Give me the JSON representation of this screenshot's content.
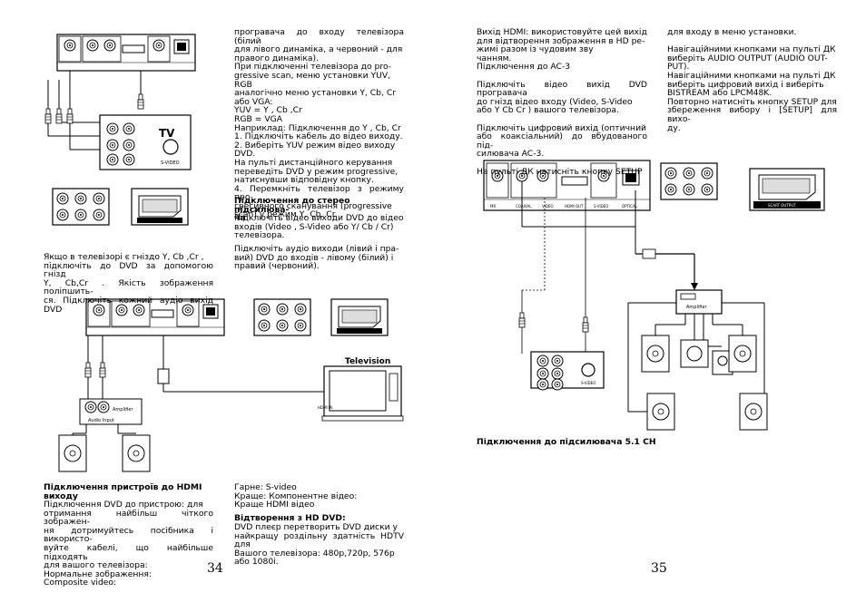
{
  "page_left": {
    "number": "34",
    "col1": {
      "ycbcr_note": "Якщо в телевізорі є гніздо Y, Cb ,Cr ,\nпідключіть до DVD за допомогою гнізд\nY, Cb,Cr . Якість зображення поліпшить-\nся. Підключіть кожний аудіо вихід DVD",
      "hdmi_heading": "Підключення пристроїв до HDMI\nвиходу",
      "hdmi_text": "Підключення DVD до пристрою: для\nотримання найбільш чіткого зображен-\nня дотримуйтесь посібника і використо-\nвуйте кабелі, що найбільше підходять\nдля вашого телевізора:\nНормальне зображення:\nComposite video:"
    },
    "col2": {
      "top_text": "програвача до входу телевізора (білий\nдля лівого динаміка, а червоний - для\nправого динаміка).\nПри підключенні телевізора до pro-\ngressive scan, меню установки YUV,\nRGB\nаналогічно меню установки Y, Cb, Cr\nабо VGA:\nYUV = Y , Cb ,Cr\nRGB = VGA\nНаприклад: Підключення до Y , Cb, Cr\n1. Підключіть кабель до відео виходу.\n2. Виберіть YUV режим відео виходу\nDVD.\nНа пульті дистанційного керування\nпереведіть DVD у режим progressive,\nнатиснувши відповідну кнопку.\n4. Перемкніть телевізор з режиму про-\nгресивного сканування (progressive\nscan) у режим Y, Cb, Cr.",
      "stereo_heading": "Підключення до стерео підсилюва-\nча",
      "stereo_text1": "Підключіть відео виходи DVD до відео\nвходів (Video , S-Video або Y/ Cb / Cr)\nтелевізора.",
      "stereo_text2": "Підключіть аудіо виходи (лівий і пра-\nвий) DVD до входів - лівому (білий) і\nправий (червоний).",
      "quality_text": "Гарне: S-video\nКраще: Компонентне відео:\nКраще HDMI відео",
      "hd_heading": "Відтворення з HD DVD:",
      "hd_text": "DVD плеєр перетворить DVD диски у\nнайкращу роздільну здатність HDTV для\nВашого телевізора: 480p,720p, 576p\nабо 1080i."
    }
  },
  "page_right": {
    "number": "35",
    "col1_text": "Вихід HDMI: використовуйте цей вихід\nдля відтворення зображення в HD ре-\nжимі разом із чудовим зву\nчанням.\nПідключення до AC-3\n\nПідключіть відео вихід DVD програвача\nдо гнізд відео входу (Video, S-Video\nабо Y Cb Cr ) вашого телевізора.\n\nПідключіть цифровий вихід (оптичний\nабо коаксіальний) до вбудованого під-\nсилювача AC-3.\n\nНа пульті ДК натисніть кнопку SETUP",
    "col2_text": "для входу в меню установки.\n\nНавігаційними кнопками на пульті ДК\nвиберіть AUDIO OUTPUT (AUDIO OUT-\nPUT).\nНавігаційними кнопками на пульті ДК\nвиберіть цифровий вихід і виберіть\nBISTREAM або LPCM48K.\nПовторно натисніть кнопку SETUP для\nзбереження вибору і [SETUP] для вихо-\nду.",
    "amp51_caption": "Підключення до підсилювача 5.1 CH"
  },
  "diagram_labels": {
    "tv": "TV",
    "svideo": "S-VIDEO",
    "television": "Television",
    "amplifier": "Amplifier",
    "audio_input": "Audio Input",
    "scart_output": "SCART OUTPUT",
    "coaxial": "COAXIAL",
    "video": "VIDEO",
    "hdmi_out": "HDMI OUT",
    "s_video": "S-VIDEO",
    "optical": "OPTICAL",
    "hdmi_in": "HDMI IN"
  }
}
